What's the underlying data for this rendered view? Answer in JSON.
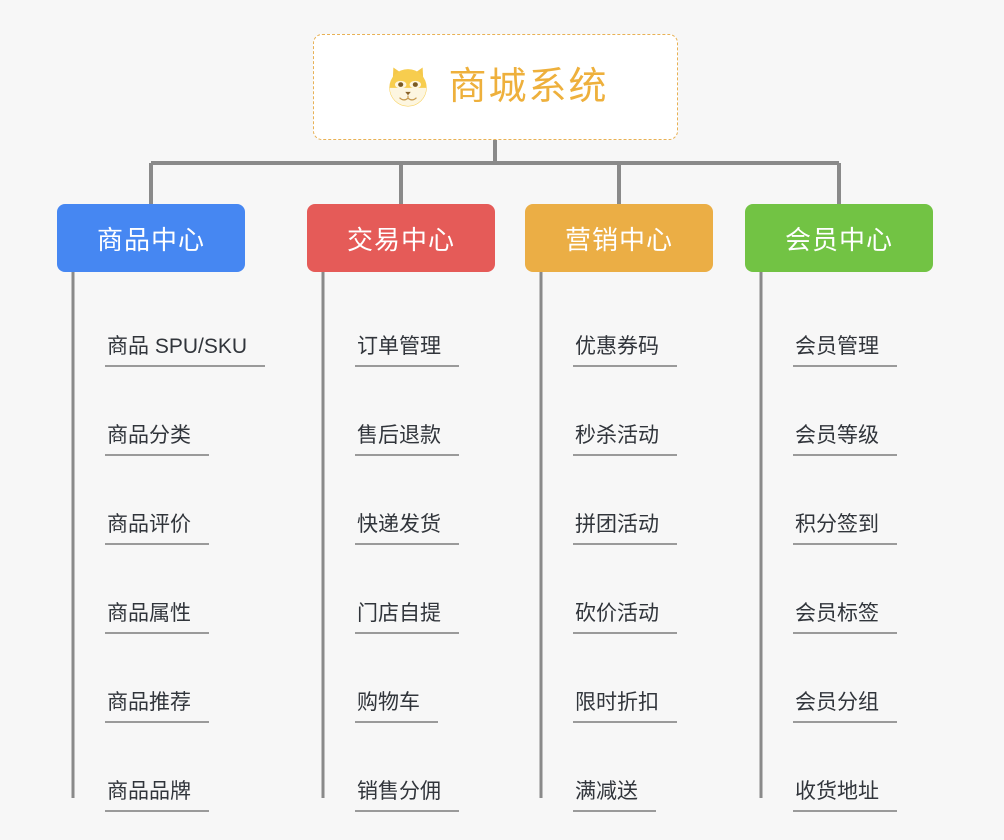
{
  "diagram": {
    "type": "org-chart",
    "background_color": "#f7f7f7",
    "connector_color": "#8a8a8a",
    "root": {
      "title": "商城系统",
      "icon": "shiba-dog-face-icon",
      "text_color": "#eeb03c",
      "border_color": "#e8b155",
      "background_color": "#ffffff"
    },
    "columns": [
      {
        "label": "商品中心",
        "color": "#4687f2",
        "items": [
          "商品 SPU/SKU",
          "商品分类",
          "商品评价",
          "商品属性",
          "商品推荐",
          "商品品牌"
        ]
      },
      {
        "label": "交易中心",
        "color": "#e55b58",
        "items": [
          "订单管理",
          "售后退款",
          "快递发货",
          "门店自提",
          "购物车",
          "销售分佣"
        ]
      },
      {
        "label": "营销中心",
        "color": "#ebae45",
        "items": [
          "优惠券码",
          "秒杀活动",
          "拼团活动",
          "砍价活动",
          "限时折扣",
          "满减送"
        ]
      },
      {
        "label": "会员中心",
        "color": "#72c344",
        "items": [
          "会员管理",
          "会员等级",
          "积分签到",
          "会员标签",
          "会员分组",
          "收货地址"
        ]
      }
    ]
  }
}
